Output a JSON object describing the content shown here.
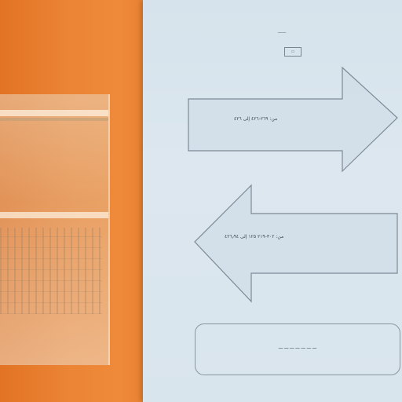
{
  "photo": {
    "wall_color": "#e9822f",
    "paper_color": "#d9e5ed"
  },
  "notice": {
    "header_title": "ـــــــ",
    "logo_text": "▭",
    "arrow_right_text": "من: ٢٦٩-٤٢٦ إلى ٤٢٦",
    "arrow_left_text": "من: ٣٠٢-٢١٩ ١٢٥ إلى ٤٢٦٫٩٤",
    "footer_text": "ـــ ـــ ـــ ـــ ـــ ـــ ـــ"
  }
}
